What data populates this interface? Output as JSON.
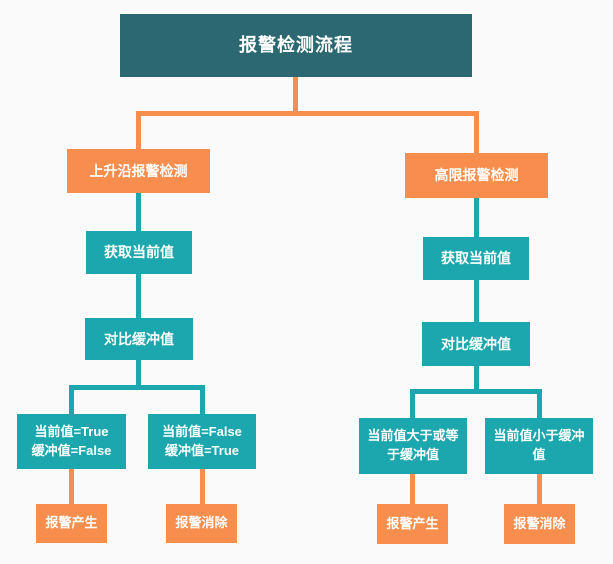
{
  "colors": {
    "background": "#fafafa",
    "title_box": "#2b6872",
    "process_box": "#1ba7ad",
    "accent_box": "#f78e4d",
    "text": "#ffffff"
  },
  "title": "报警检测流程",
  "branches": [
    {
      "header": "上升沿报警检测",
      "step1": "获取当前值",
      "step2": "对比缓冲值",
      "cond1": "当前值=True\n缓冲值=False",
      "cond2": "当前值=False\n缓冲值=True",
      "result1": "报警产生",
      "result2": "报警消除"
    },
    {
      "header": "高限报警检测",
      "step1": "获取当前值",
      "step2": "对比缓冲值",
      "cond1": "当前值大于或等\n于缓冲值",
      "cond2": "当前值小于缓冲\n值",
      "result1": "报警产生",
      "result2": "报警消除"
    }
  ]
}
